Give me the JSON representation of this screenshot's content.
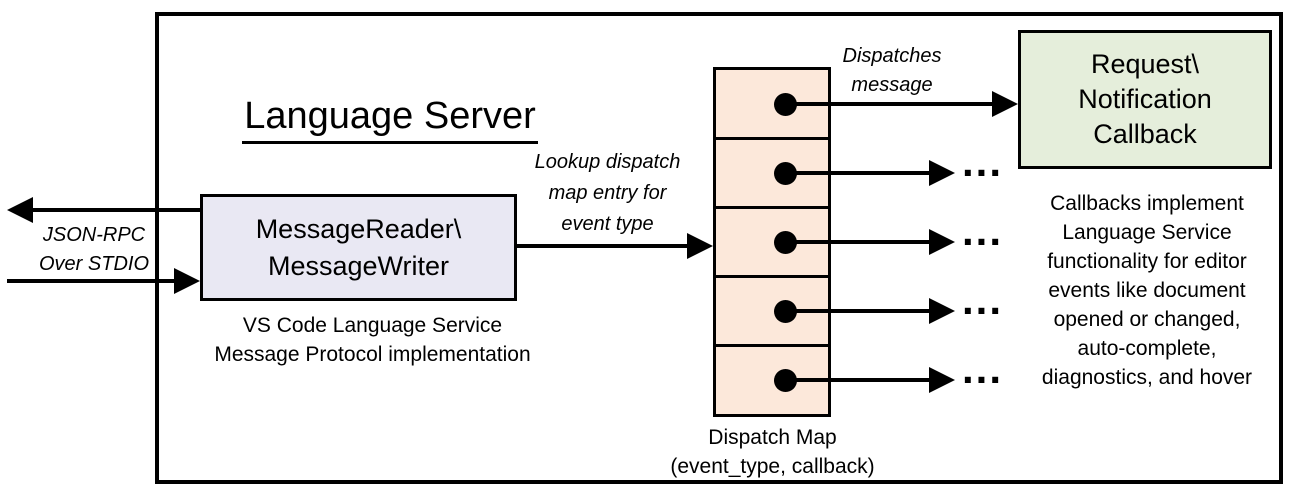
{
  "title": "Language Server",
  "left_io": {
    "label": "JSON-RPC\nOver STDIO"
  },
  "reader_box": {
    "label": "MessageReader\\\nMessageWriter",
    "caption": "VS Code Language Service\nMessage Protocol implementation",
    "fill": "#e9e8f3"
  },
  "lookup_label": "Lookup dispatch\nmap entry for\nevent type",
  "dispatch_map": {
    "caption": "Dispatch Map\n(event_type, callback)",
    "fill": "#fce8da",
    "row_count": 5,
    "ellipsis": "..."
  },
  "dispatches_label": "Dispatches\nmessage",
  "callback_box": {
    "label": "Request\\\nNotification\nCallback",
    "fill": "#e5eedb"
  },
  "callbacks_note": "Callbacks implement\nLanguage Service\nfunctionality for editor\nevents like document\nopened or changed,\nauto-complete,\ndiagnostics, and hover",
  "colors": {
    "line": "#000000",
    "reader_fill": "#e9e8f3",
    "dispatch_fill": "#fce8da",
    "callback_fill": "#e5eedb"
  }
}
